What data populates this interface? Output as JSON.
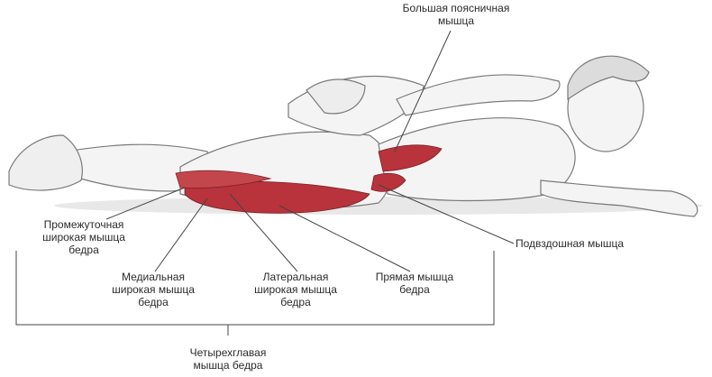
{
  "labels": {
    "psoas_major": [
      "Большая поясничная",
      "мышца"
    ],
    "vastus_intermedius": [
      "Промежуточная",
      "широкая мышца",
      "бедра"
    ],
    "vastus_medialis": [
      "Медиальная",
      "широкая мышца",
      "бедра"
    ],
    "vastus_lateralis": [
      "Латеральная",
      "широкая мышца",
      "бедра"
    ],
    "rectus_femoris": [
      "Прямая мышца",
      "бедра"
    ],
    "iliacus": [
      "Подвздошная мышца"
    ],
    "quadriceps": [
      "Четырехглавая",
      "мышца бедра"
    ]
  },
  "colors": {
    "muscle": "#b8333b",
    "line": "#444444",
    "sketch": "#8a8a8a"
  }
}
